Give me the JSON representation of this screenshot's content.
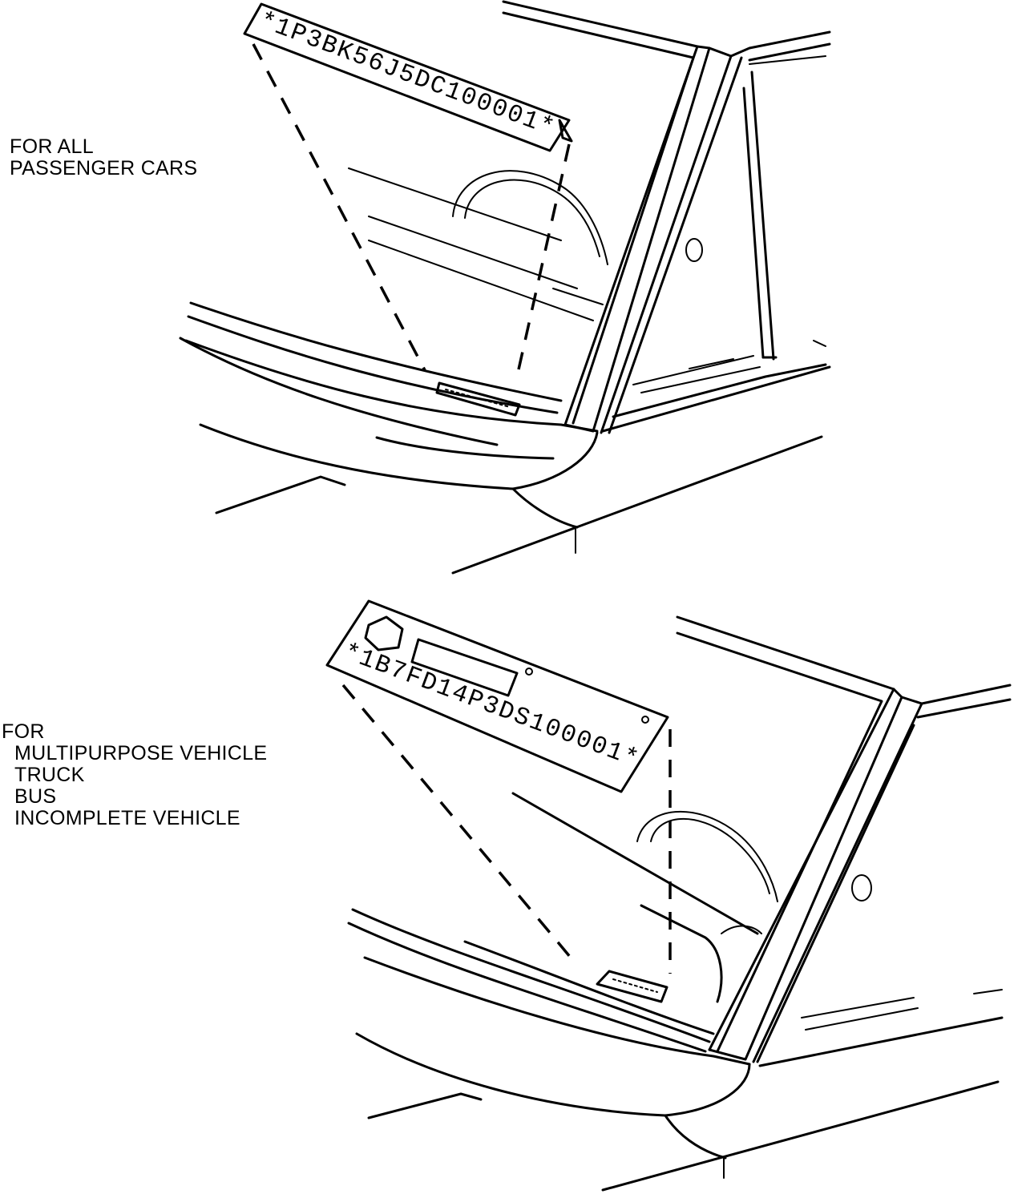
{
  "top_figure": {
    "caption_lines": [
      "FOR ALL",
      "PASSENGER CARS"
    ],
    "vin_plate_text": "*1P3BK56J5DC100001*"
  },
  "bottom_figure": {
    "caption_lines": [
      "FOR",
      "MULTIPURPOSE VEHICLE",
      "TRUCK",
      "BUS",
      "INCOMPLETE VEHICLE"
    ],
    "vin_plate_text": "*1B7FD14P3DS100001*"
  }
}
